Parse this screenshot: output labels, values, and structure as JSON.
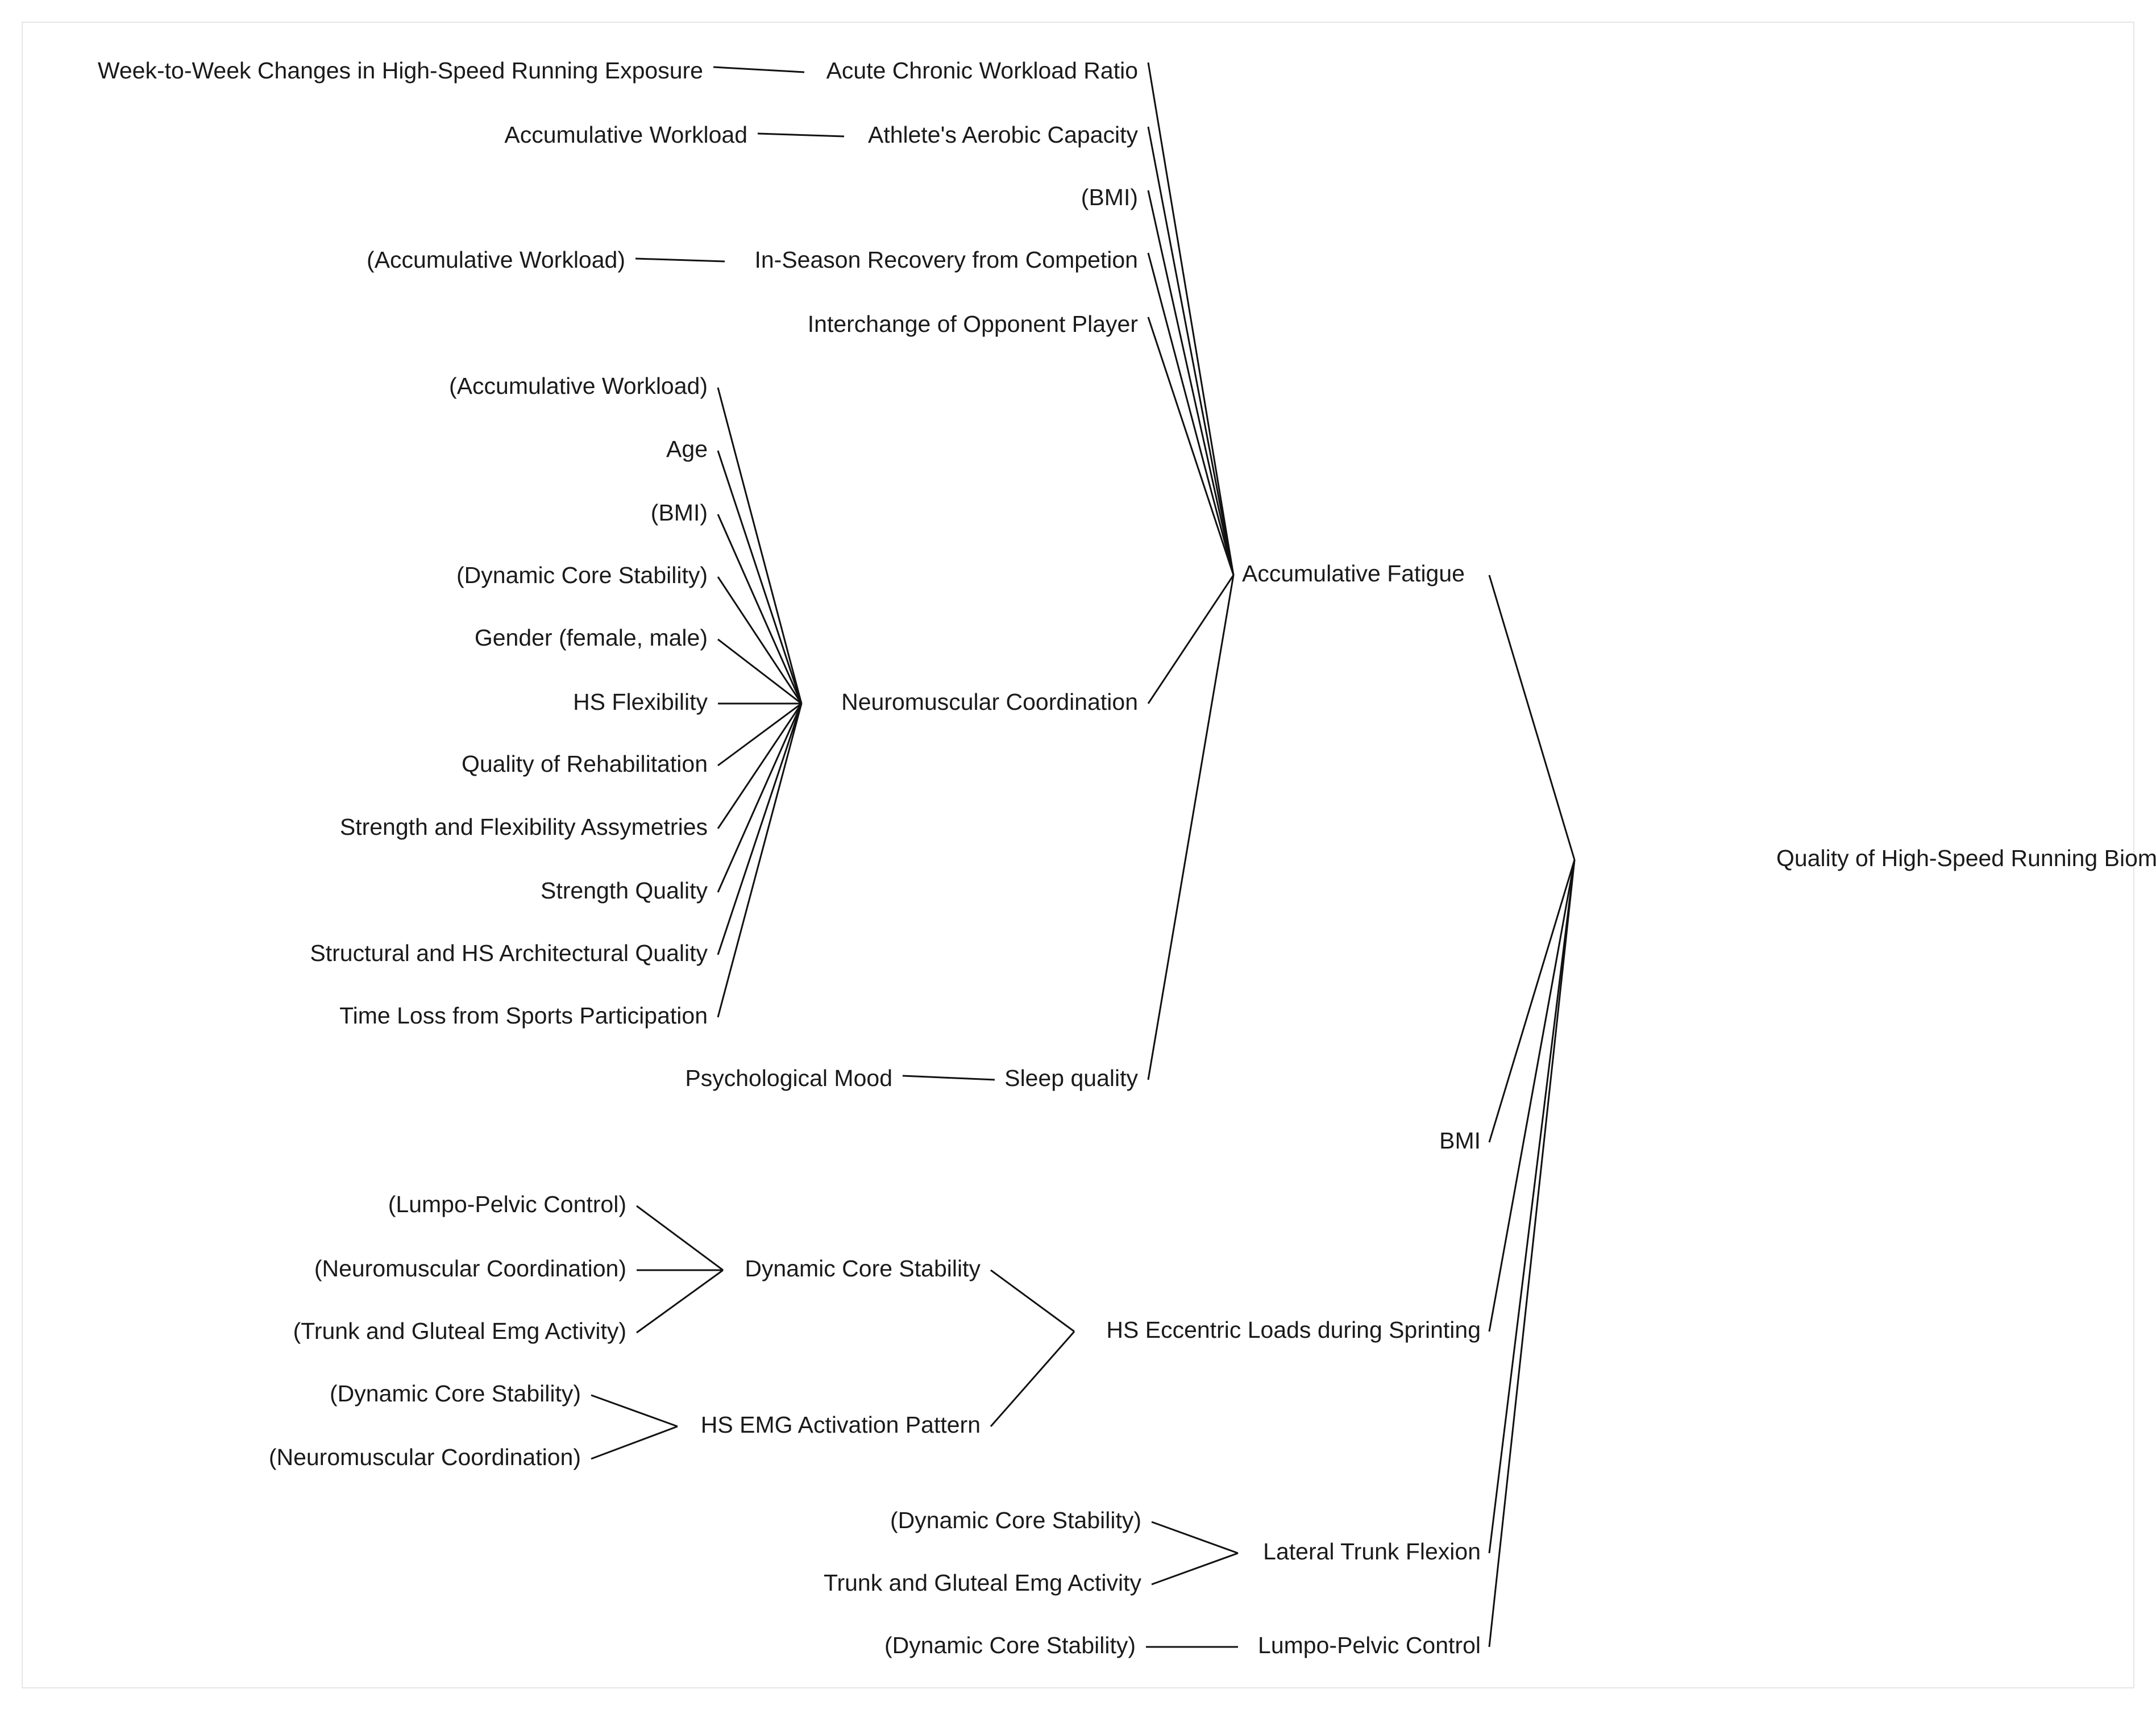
{
  "root": "Quality of High-Speed Running Biomechanics",
  "nodes": {
    "root": "Quality of High-Speed Running Biomechanics",
    "acc_fatigue": "Accumulative Fatigue",
    "bmi_main": "BMI",
    "hs_ecc": "HS Eccentric Loads during Sprinting",
    "lat_trunk": "Lateral Trunk Flexion",
    "lumpo": "Lumpo-Pelvic Control",
    "acwr": "Acute Chronic Workload Ratio",
    "aerobic": "Athlete's Aerobic Capacity",
    "bmi_ref_af": "(BMI)",
    "recovery": "In-Season Recovery from Competion",
    "interchange": "Interchange of Opponent Player",
    "neuro": "Neuromuscular Coordination",
    "sleep": "Sleep quality",
    "week_change": "Week-to-Week Changes in High-Speed Running Exposure",
    "acc_workload": "Accumulative Workload",
    "acc_workload_ref1": "(Accumulative Workload)",
    "acc_workload_ref2": "(Accumulative Workload)",
    "age": "Age",
    "bmi_ref_nc": "(BMI)",
    "dcs_ref_nc": "(Dynamic Core Stability)",
    "gender": "Gender (female, male)",
    "hs_flex": "HS Flexibility",
    "rehab": "Quality of Rehabilitation",
    "asym": "Strength and Flexibility Assymetries",
    "strength": "Strength Quality",
    "structural": "Structural and HS Architectural Quality",
    "timeloss": "Time Loss from Sports Participation",
    "mood": "Psychological Mood",
    "dcs": "Dynamic Core Stability",
    "emg_pattern": "HS EMG Activation Pattern",
    "lpc_ref": "(Lumpo-Pelvic Control)",
    "nc_ref1": "(Neuromuscular Coordination)",
    "tge_ref": "(Trunk and Gluteal Emg Activity)",
    "dcs_ref_emg": "(Dynamic Core Stability)",
    "nc_ref2": "(Neuromuscular Coordination)",
    "dcs_ref_ltf": "(Dynamic Core Stability)",
    "tge": "Trunk and Gluteal Emg Activity",
    "dcs_ref_lpc": "(Dynamic Core Stability)"
  },
  "edges": [
    [
      "acc_fatigue",
      "root"
    ],
    [
      "bmi_main",
      "root"
    ],
    [
      "hs_ecc",
      "root"
    ],
    [
      "lat_trunk",
      "root"
    ],
    [
      "lumpo",
      "root"
    ],
    [
      "acwr",
      "acc_fatigue"
    ],
    [
      "aerobic",
      "acc_fatigue"
    ],
    [
      "bmi_ref_af",
      "acc_fatigue"
    ],
    [
      "recovery",
      "acc_fatigue"
    ],
    [
      "interchange",
      "acc_fatigue"
    ],
    [
      "neuro",
      "acc_fatigue"
    ],
    [
      "sleep",
      "acc_fatigue"
    ],
    [
      "week_change",
      "acwr"
    ],
    [
      "acc_workload",
      "aerobic"
    ],
    [
      "acc_workload_ref1",
      "recovery"
    ],
    [
      "acc_workload_ref2",
      "neuro"
    ],
    [
      "age",
      "neuro"
    ],
    [
      "bmi_ref_nc",
      "neuro"
    ],
    [
      "dcs_ref_nc",
      "neuro"
    ],
    [
      "gender",
      "neuro"
    ],
    [
      "hs_flex",
      "neuro"
    ],
    [
      "rehab",
      "neuro"
    ],
    [
      "asym",
      "neuro"
    ],
    [
      "strength",
      "neuro"
    ],
    [
      "structural",
      "neuro"
    ],
    [
      "timeloss",
      "neuro"
    ],
    [
      "mood",
      "sleep"
    ],
    [
      "dcs",
      "hs_ecc"
    ],
    [
      "emg_pattern",
      "hs_ecc"
    ],
    [
      "lpc_ref",
      "dcs"
    ],
    [
      "nc_ref1",
      "dcs"
    ],
    [
      "tge_ref",
      "dcs"
    ],
    [
      "dcs_ref_emg",
      "emg_pattern"
    ],
    [
      "nc_ref2",
      "emg_pattern"
    ],
    [
      "dcs_ref_ltf",
      "lat_trunk"
    ],
    [
      "tge",
      "lat_trunk"
    ],
    [
      "dcs_ref_lpc",
      "lumpo"
    ]
  ]
}
